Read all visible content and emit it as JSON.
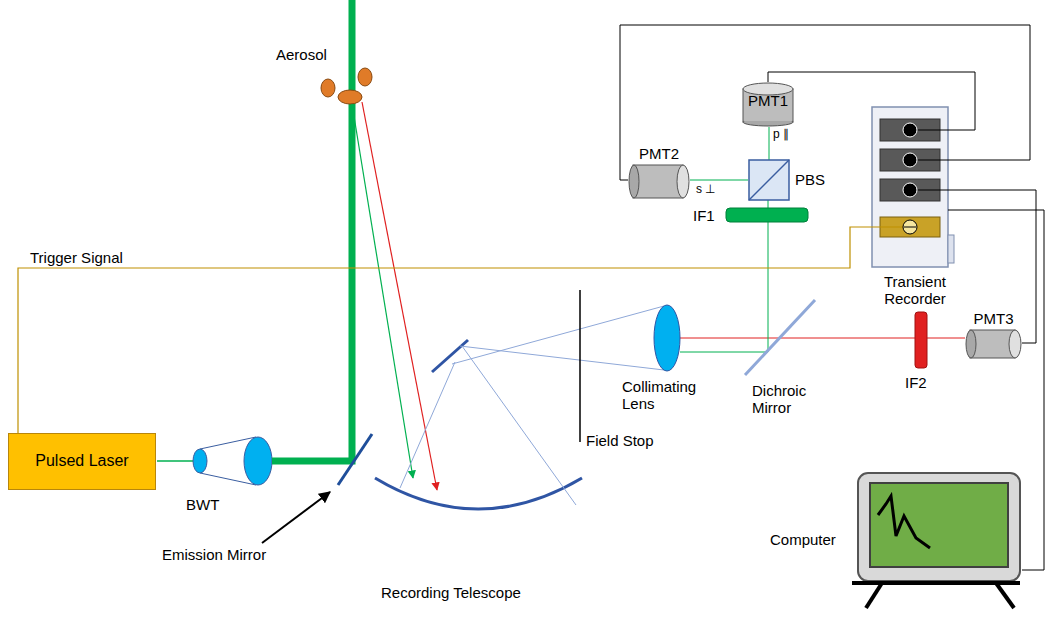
{
  "diagram": {
    "nodes": [
      {
        "text": [
          "PMT1"
        ]
      },
      {
        "text": [
          "PMT2"
        ]
      },
      {
        "text": [
          "PBS"
        ]
      },
      {
        "text": [
          "Transient Recorder"
        ]
      },
      {
        "text": [
          "PMT3"
        ]
      },
      {
        "text": [
          "Pulsed Laser"
        ]
      },
      {
        "text": [
          "Computer"
        ]
      }
    ],
    "edges": [
      {
        "from": 0,
        "to": 3,
        "arrow": "none"
      },
      {
        "from": 1,
        "to": 3,
        "arrow": "none"
      },
      {
        "from": 2,
        "to": 0,
        "label": "p ∥",
        "arrow": "none"
      },
      {
        "from": 2,
        "to": 1,
        "label": "s ⊥",
        "arrow": "none"
      },
      {
        "from": 4,
        "to": 3,
        "arrow": "none"
      },
      {
        "from": 5,
        "to": 3,
        "label": "Trigger Signal",
        "arrow": "none"
      },
      {
        "from": 3,
        "to": 6,
        "arrow": "none"
      }
    ],
    "labels": [
      "Aerosol",
      "IF1",
      "Field Stop",
      "Collimating Lens",
      "Dichroic Mirror",
      "IF2",
      "BWT",
      "Emission Mirror",
      "Recording Telescope"
    ]
  }
}
